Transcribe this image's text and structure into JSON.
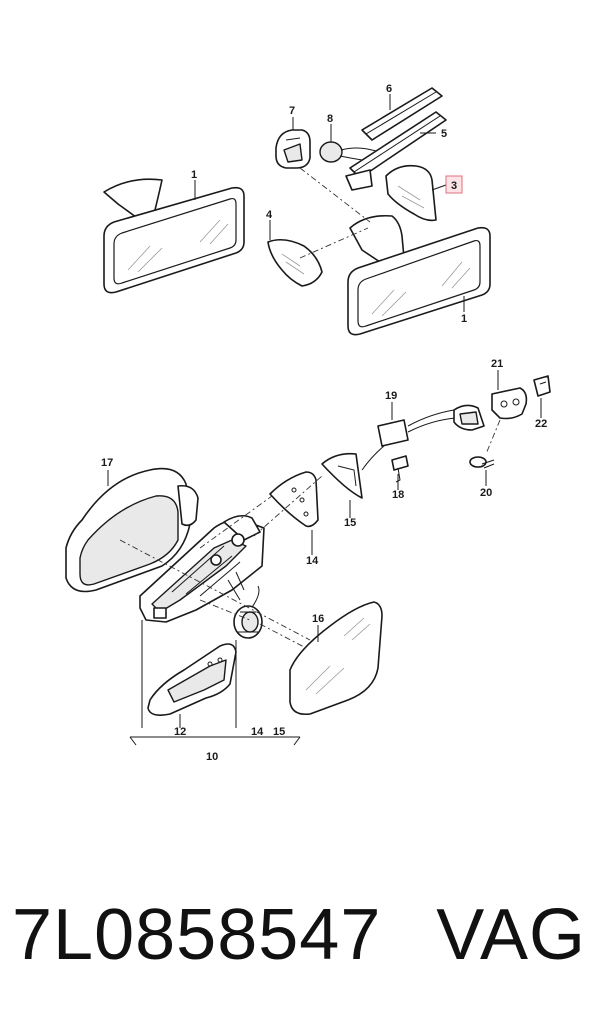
{
  "diagram": {
    "callouts": {
      "c1a": "1",
      "c1b": "1",
      "c3": "3",
      "c4": "4",
      "c5": "5",
      "c6": "6",
      "c7": "7",
      "c8": "8",
      "c10": "10",
      "c12": "12",
      "c14a": "14",
      "c14b": "14",
      "c15a": "15",
      "c15b": "15",
      "c16": "16",
      "c17": "17",
      "c18": "18",
      "c19": "19",
      "c20": "20",
      "c21": "21",
      "c22": "22"
    },
    "highlight_color": "#e0707e"
  },
  "footer": {
    "part_number": "7L0858547",
    "brand": "VAG"
  }
}
